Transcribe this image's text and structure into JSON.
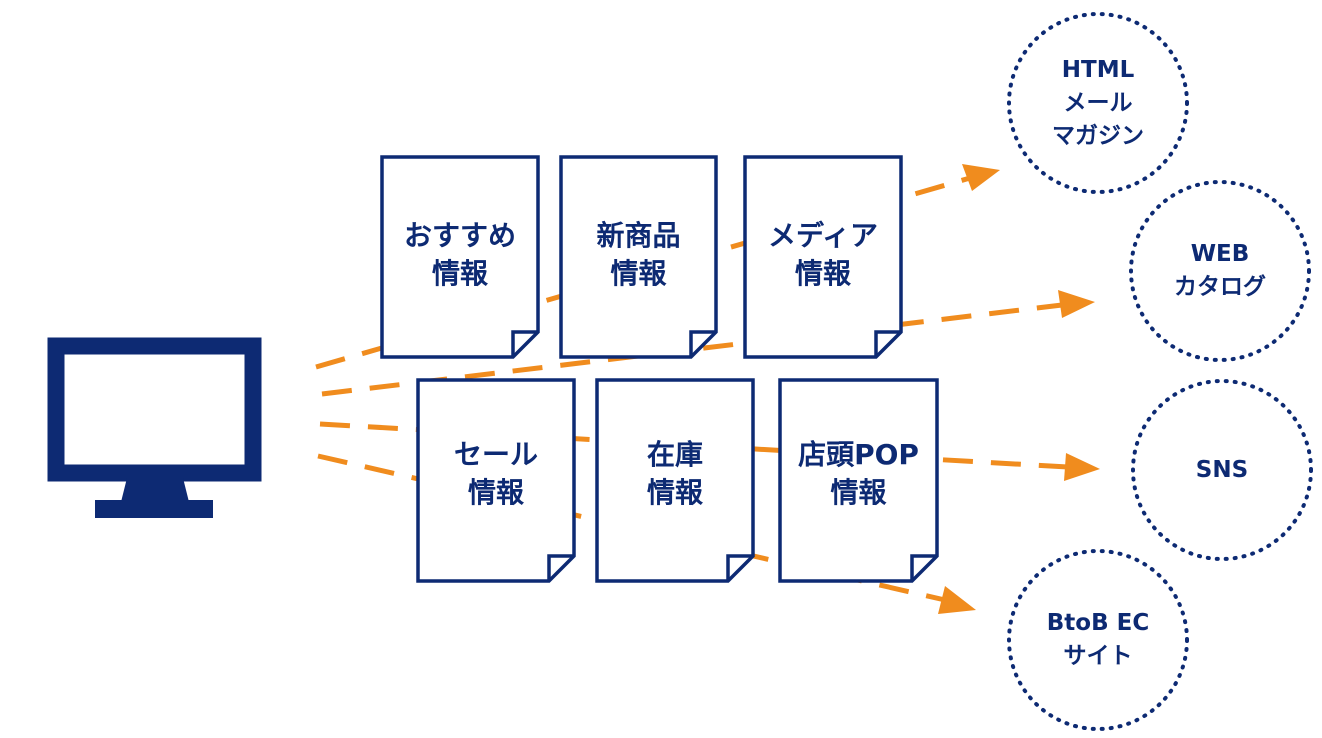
{
  "colors": {
    "navy": "#0d2a73",
    "arrow": "#f08c1e",
    "background": "#ffffff"
  },
  "source": {
    "icon": "computer-monitor-icon"
  },
  "documents": [
    {
      "id": "osusume",
      "lines": [
        "おすすめ",
        "情報"
      ]
    },
    {
      "id": "shinshohin",
      "lines": [
        "新商品",
        "情報"
      ]
    },
    {
      "id": "media",
      "lines": [
        "メディア",
        "情報"
      ]
    },
    {
      "id": "sale",
      "lines": [
        "セール",
        "情報"
      ]
    },
    {
      "id": "zaiko",
      "lines": [
        "在庫",
        "情報"
      ]
    },
    {
      "id": "tentou-pop",
      "lines": [
        "店頭POP",
        "情報"
      ]
    }
  ],
  "targets": [
    {
      "id": "html-mail",
      "lines": [
        "HTML",
        "メール",
        "マガジン"
      ]
    },
    {
      "id": "web-catalog",
      "lines": [
        "WEB",
        "カタログ"
      ]
    },
    {
      "id": "sns",
      "lines": [
        "SNS"
      ]
    },
    {
      "id": "btob-ec",
      "lines": [
        "BtoB EC",
        "サイト"
      ]
    }
  ]
}
